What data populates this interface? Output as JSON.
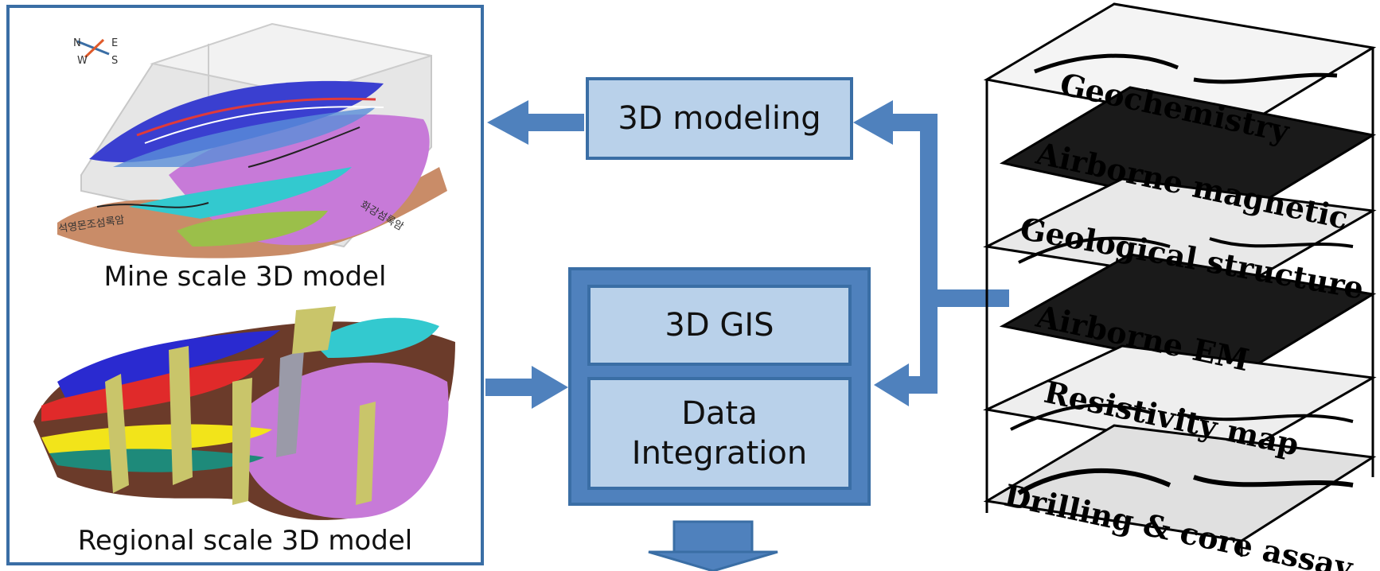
{
  "left_panel": {
    "mine_caption": "Mine scale 3D model",
    "regional_caption": "Regional scale 3D model",
    "compass": {
      "n": "N",
      "e": "E",
      "w": "W",
      "s": "S"
    },
    "mine_label_1": "석영몬조섬록암",
    "mine_label_2": "화강섬록암"
  },
  "center": {
    "modeling_label": "3D modeling",
    "gis_label": "3D GIS",
    "integration_label_1": "Data",
    "integration_label_2": "Integration"
  },
  "layers": [
    "Geochemistry",
    "Airborne magnetic",
    "Geological structure",
    "Airborne EM",
    "Resistivity map",
    "Drilling & core assay"
  ],
  "colors": {
    "accent_blue": "#4f81bd",
    "border_blue": "#3a6ea5",
    "box_fill": "#b9d1ea"
  }
}
